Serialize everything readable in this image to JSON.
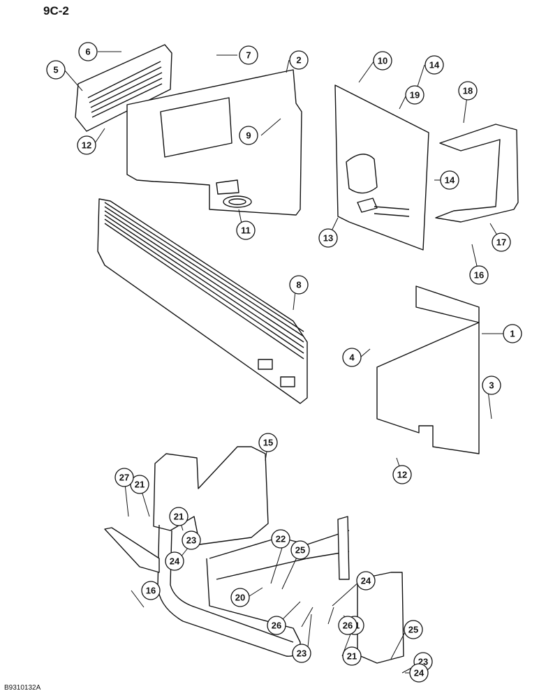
{
  "page_ref": "9C-2",
  "figure_code": "B9310132A",
  "callouts": [
    "1",
    "2",
    "3",
    "4",
    "5",
    "6",
    "7",
    "8",
    "9",
    "10",
    "11",
    "12",
    "12",
    "13",
    "14",
    "14",
    "15",
    "16",
    "16",
    "17",
    "18",
    "19",
    "20",
    "21",
    "21",
    "21",
    "21",
    "22",
    "23",
    "23",
    "23",
    "24",
    "24",
    "24",
    "25",
    "25",
    "26",
    "26",
    "27"
  ]
}
